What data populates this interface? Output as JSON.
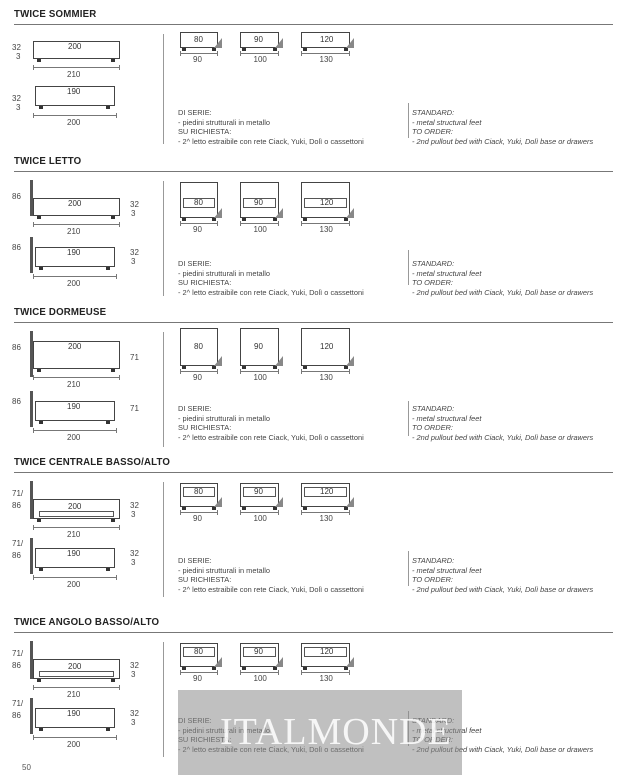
{
  "sections": [
    {
      "title": "TWICE SOMMIER",
      "main_w": "200",
      "frame_w": "210",
      "under_w": "190",
      "under_frame": "200",
      "h1": "32",
      "h2": "3",
      "sizes": [
        "80",
        "90",
        "120"
      ],
      "frames": [
        "90",
        "100",
        "130"
      ],
      "left_height": ""
    },
    {
      "title": "TWICE LETTO",
      "main_w": "200",
      "frame_w": "210",
      "under_w": "190",
      "under_frame": "200",
      "h1": "32",
      "h2": "3",
      "sizes": [
        "80",
        "90",
        "120"
      ],
      "frames": [
        "90",
        "100",
        "130"
      ],
      "left_height": "86"
    },
    {
      "title": "TWICE DORMEUSE",
      "main_w": "200",
      "frame_w": "210",
      "under_w": "190",
      "under_frame": "200",
      "h1": "71",
      "h2": "",
      "sizes": [
        "80",
        "90",
        "120"
      ],
      "frames": [
        "90",
        "100",
        "130"
      ],
      "left_height": "86"
    },
    {
      "title": "TWICE CENTRALE BASSO/ALTO",
      "main_w": "200",
      "frame_w": "210",
      "under_w": "190",
      "under_frame": "200",
      "h1": "32",
      "h2": "3",
      "sizes": [
        "80",
        "90",
        "120"
      ],
      "frames": [
        "90",
        "100",
        "130"
      ],
      "left_height": "71/\n86"
    },
    {
      "title": "TWICE ANGOLO BASSO/ALTO",
      "main_w": "200",
      "frame_w": "210",
      "under_w": "190",
      "under_frame": "200",
      "h1": "32",
      "h2": "3",
      "sizes": [
        "80",
        "90",
        "120"
      ],
      "frames": [
        "90",
        "100",
        "130"
      ],
      "left_height": "71/\n86"
    }
  ],
  "notes_it": {
    "l1": "DI SERIE:",
    "l2": "- piedini strutturali in metallo",
    "l3": "SU RICHIESTA:",
    "l4": "- 2^ letto estraibile con rete Ciack, Yuki, Dolì o cassettoni"
  },
  "notes_en": {
    "l1": "STANDARD:",
    "l2": "- metal structural feet",
    "l3": "TO ORDER:",
    "l4": "- 2nd pullout bed with Ciack, Yuki, Dolì base or drawers"
  },
  "page_number": "50",
  "watermark": "ITALMONDE"
}
